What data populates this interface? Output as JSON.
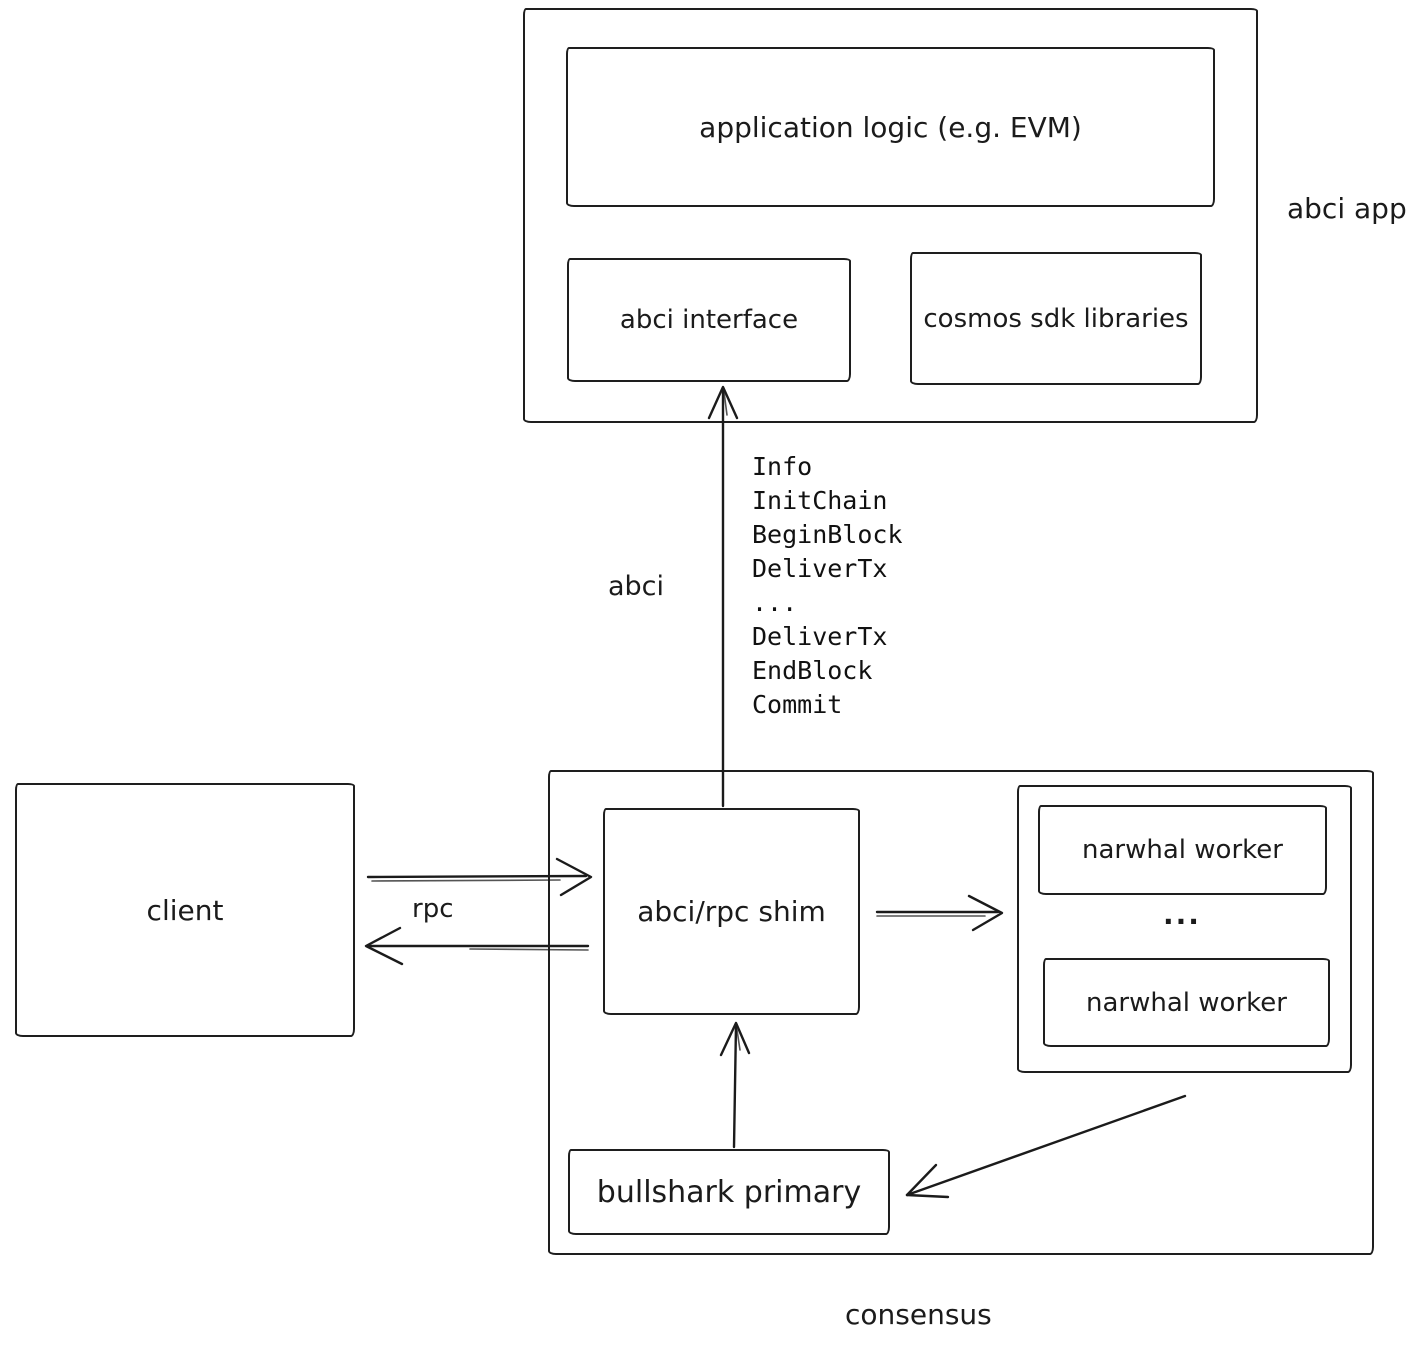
{
  "abci_app": {
    "label": "abci app",
    "application_logic_label": "application logic (e.g. EVM)",
    "abci_interface_label": "abci interface",
    "cosmos_sdk_label": "cosmos sdk libraries"
  },
  "abci_channel": {
    "label": "abci",
    "messages": [
      "Info",
      "InitChain",
      "BeginBlock",
      "DeliverTx",
      "...",
      "DeliverTx",
      "EndBlock",
      "Commit"
    ]
  },
  "client": {
    "label": "client"
  },
  "rpc": {
    "label": "rpc"
  },
  "consensus": {
    "label": "consensus",
    "shim_label": "abci/rpc shim",
    "worker_top_label": "narwhal worker",
    "worker_ellipsis": "...",
    "worker_bottom_label": "narwhal worker",
    "primary_label": "bullshark primary"
  },
  "colors": {
    "ink": "#1b1b1b",
    "background": "#ffffff"
  }
}
